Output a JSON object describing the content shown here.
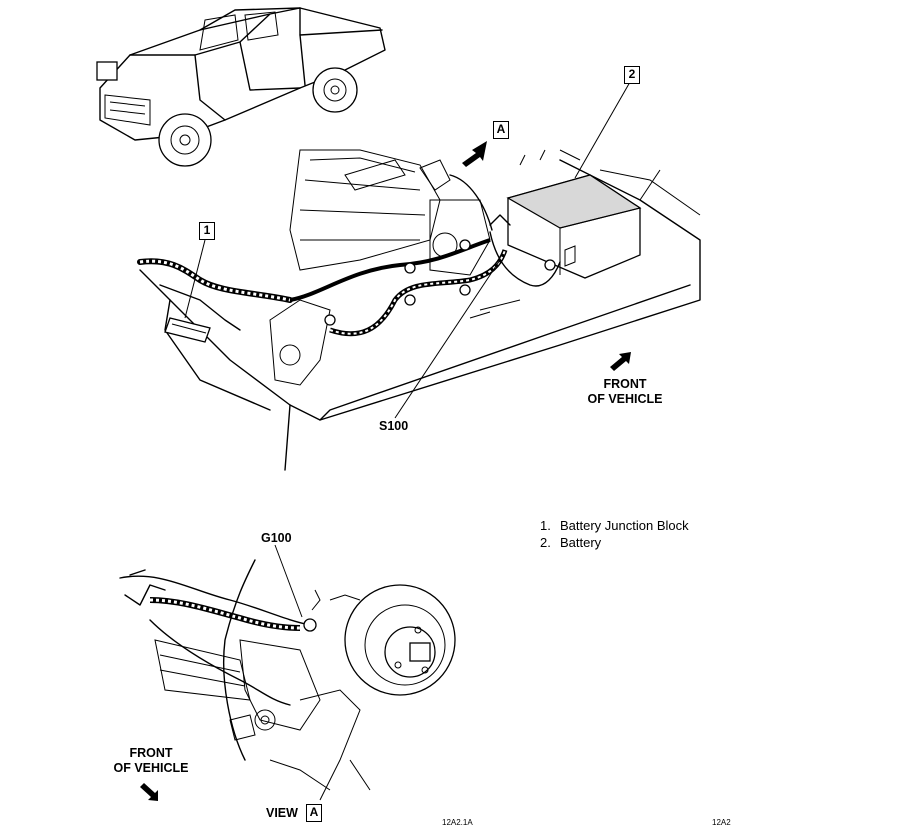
{
  "callouts": {
    "callout_1": "1",
    "callout_2": "2",
    "view_a_marker": "A",
    "view_a_box": "A"
  },
  "labels": {
    "s100": "S100",
    "g100": "G100",
    "front_top_line1": "FRONT",
    "front_top_line2": "OF VEHICLE",
    "front_bottom_line1": "FRONT",
    "front_bottom_line2": "OF VEHICLE",
    "view_label": "VIEW"
  },
  "legend": [
    {
      "num": "1.",
      "text": "Battery Junction Block"
    },
    {
      "num": "2.",
      "text": "Battery"
    }
  ],
  "figure_codes": {
    "code_a": "12A2.1A",
    "code_b": "12A2"
  }
}
